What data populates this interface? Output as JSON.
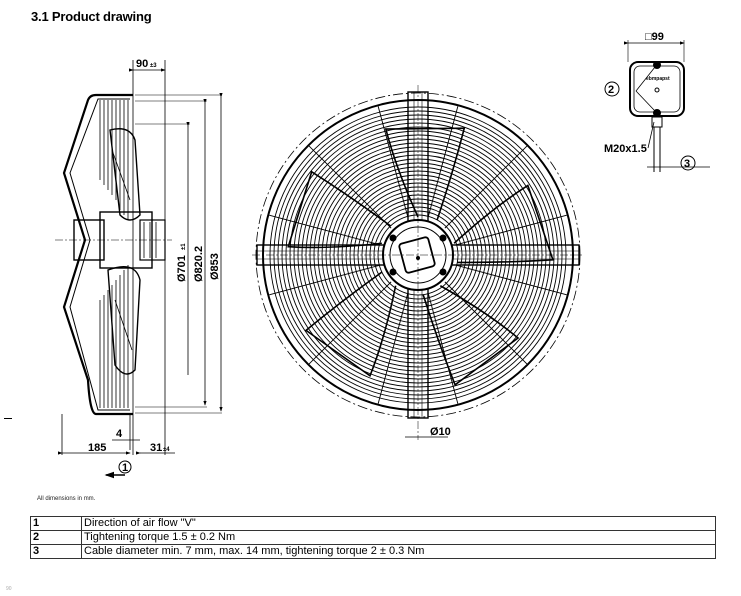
{
  "section_title": "3.1 Product drawing",
  "side_view": {
    "depth_label": "90",
    "depth_tolerance": "±3",
    "diameters": [
      {
        "value": "Ø701",
        "tolerance": "±1"
      },
      {
        "value": "Ø820.2",
        "tolerance": ""
      },
      {
        "value": "Ø853",
        "tolerance": ""
      }
    ],
    "offset_label": "4",
    "overall_label": "185",
    "flange_label": "31",
    "flange_tolerance": "±4",
    "airflow_callout": "1"
  },
  "front_view": {
    "hole_label": "Ø10"
  },
  "terminal_box": {
    "size_label": "□99",
    "screw_callout": "2",
    "gland_label": "M20x1.5",
    "cable_callout": "3",
    "logo_text": "ebmpapst"
  },
  "note": "All dimensions in mm.",
  "legend_rows": [
    {
      "num": "1",
      "text": "Direction of air flow \"V\""
    },
    {
      "num": "2",
      "text": "Tightening torque 1.5 ± 0.2 Nm"
    },
    {
      "num": "3",
      "text": "Cable diameter min. 7 mm, max. 14 mm, tightening torque 2 ± 0.3 Nm"
    }
  ],
  "page_mark": "90"
}
